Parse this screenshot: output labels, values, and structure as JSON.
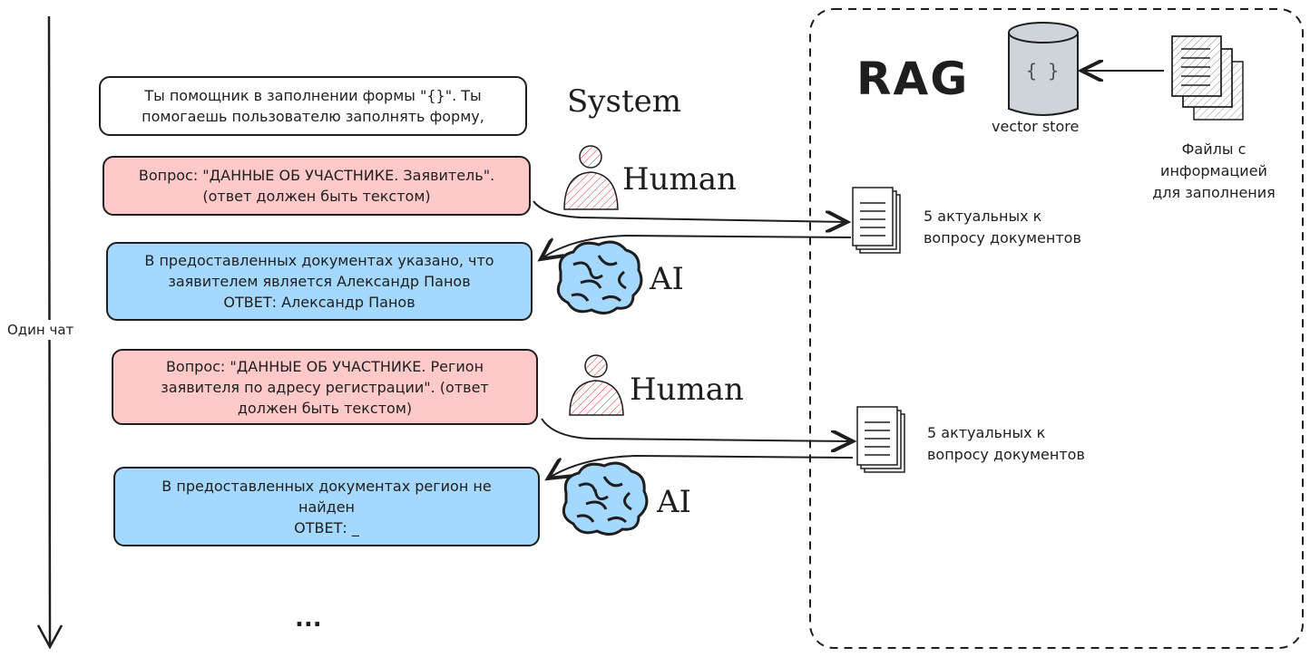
{
  "timeline": {
    "label": "Один чат"
  },
  "system": {
    "role": "System",
    "lines": [
      "Ты помощник в заполнении формы \"{}\". Ты",
      "помогаешь пользователю заполнять форму,"
    ]
  },
  "human1": {
    "role": "Human",
    "lines": [
      "Вопрос: \"ДАННЫЕ ОБ УЧАСТНИКЕ. Заявитель\".",
      "(ответ должен быть текстом)"
    ]
  },
  "ai1": {
    "role": "AI",
    "lines": [
      "В предоставленных документах указано, что",
      "заявителем является Александр Панов",
      "ОТВЕТ: Александр Панов"
    ]
  },
  "human2": {
    "role": "Human",
    "lines": [
      "Вопрос: \"ДАННЫЕ ОБ УЧАСТНИКЕ. Регион",
      "заявителя по адресу регистрации\". (ответ",
      "должен быть текстом)"
    ]
  },
  "ai2": {
    "role": "AI",
    "lines": [
      "В предоставленных документах регион не",
      "найден",
      "ОТВЕТ: _"
    ]
  },
  "ellipsis": "...",
  "rag": {
    "title": "RAG",
    "store_icon_text": "{ }",
    "store_label": "vector store",
    "files_label": [
      "Файлы с",
      "информацией",
      "для заполнения"
    ],
    "docs1_label": [
      "5 актуальных к",
      "вопросу документов"
    ],
    "docs2_label": [
      "5 актуальных к",
      "вопросу документов"
    ]
  },
  "colors": {
    "human_bubble": "#ffc9c9",
    "ai_bubble": "#a5d8ff",
    "ink": "#1e1e1e",
    "store_fill": "#ced4da",
    "brain_fill": "#a5d8ff"
  }
}
